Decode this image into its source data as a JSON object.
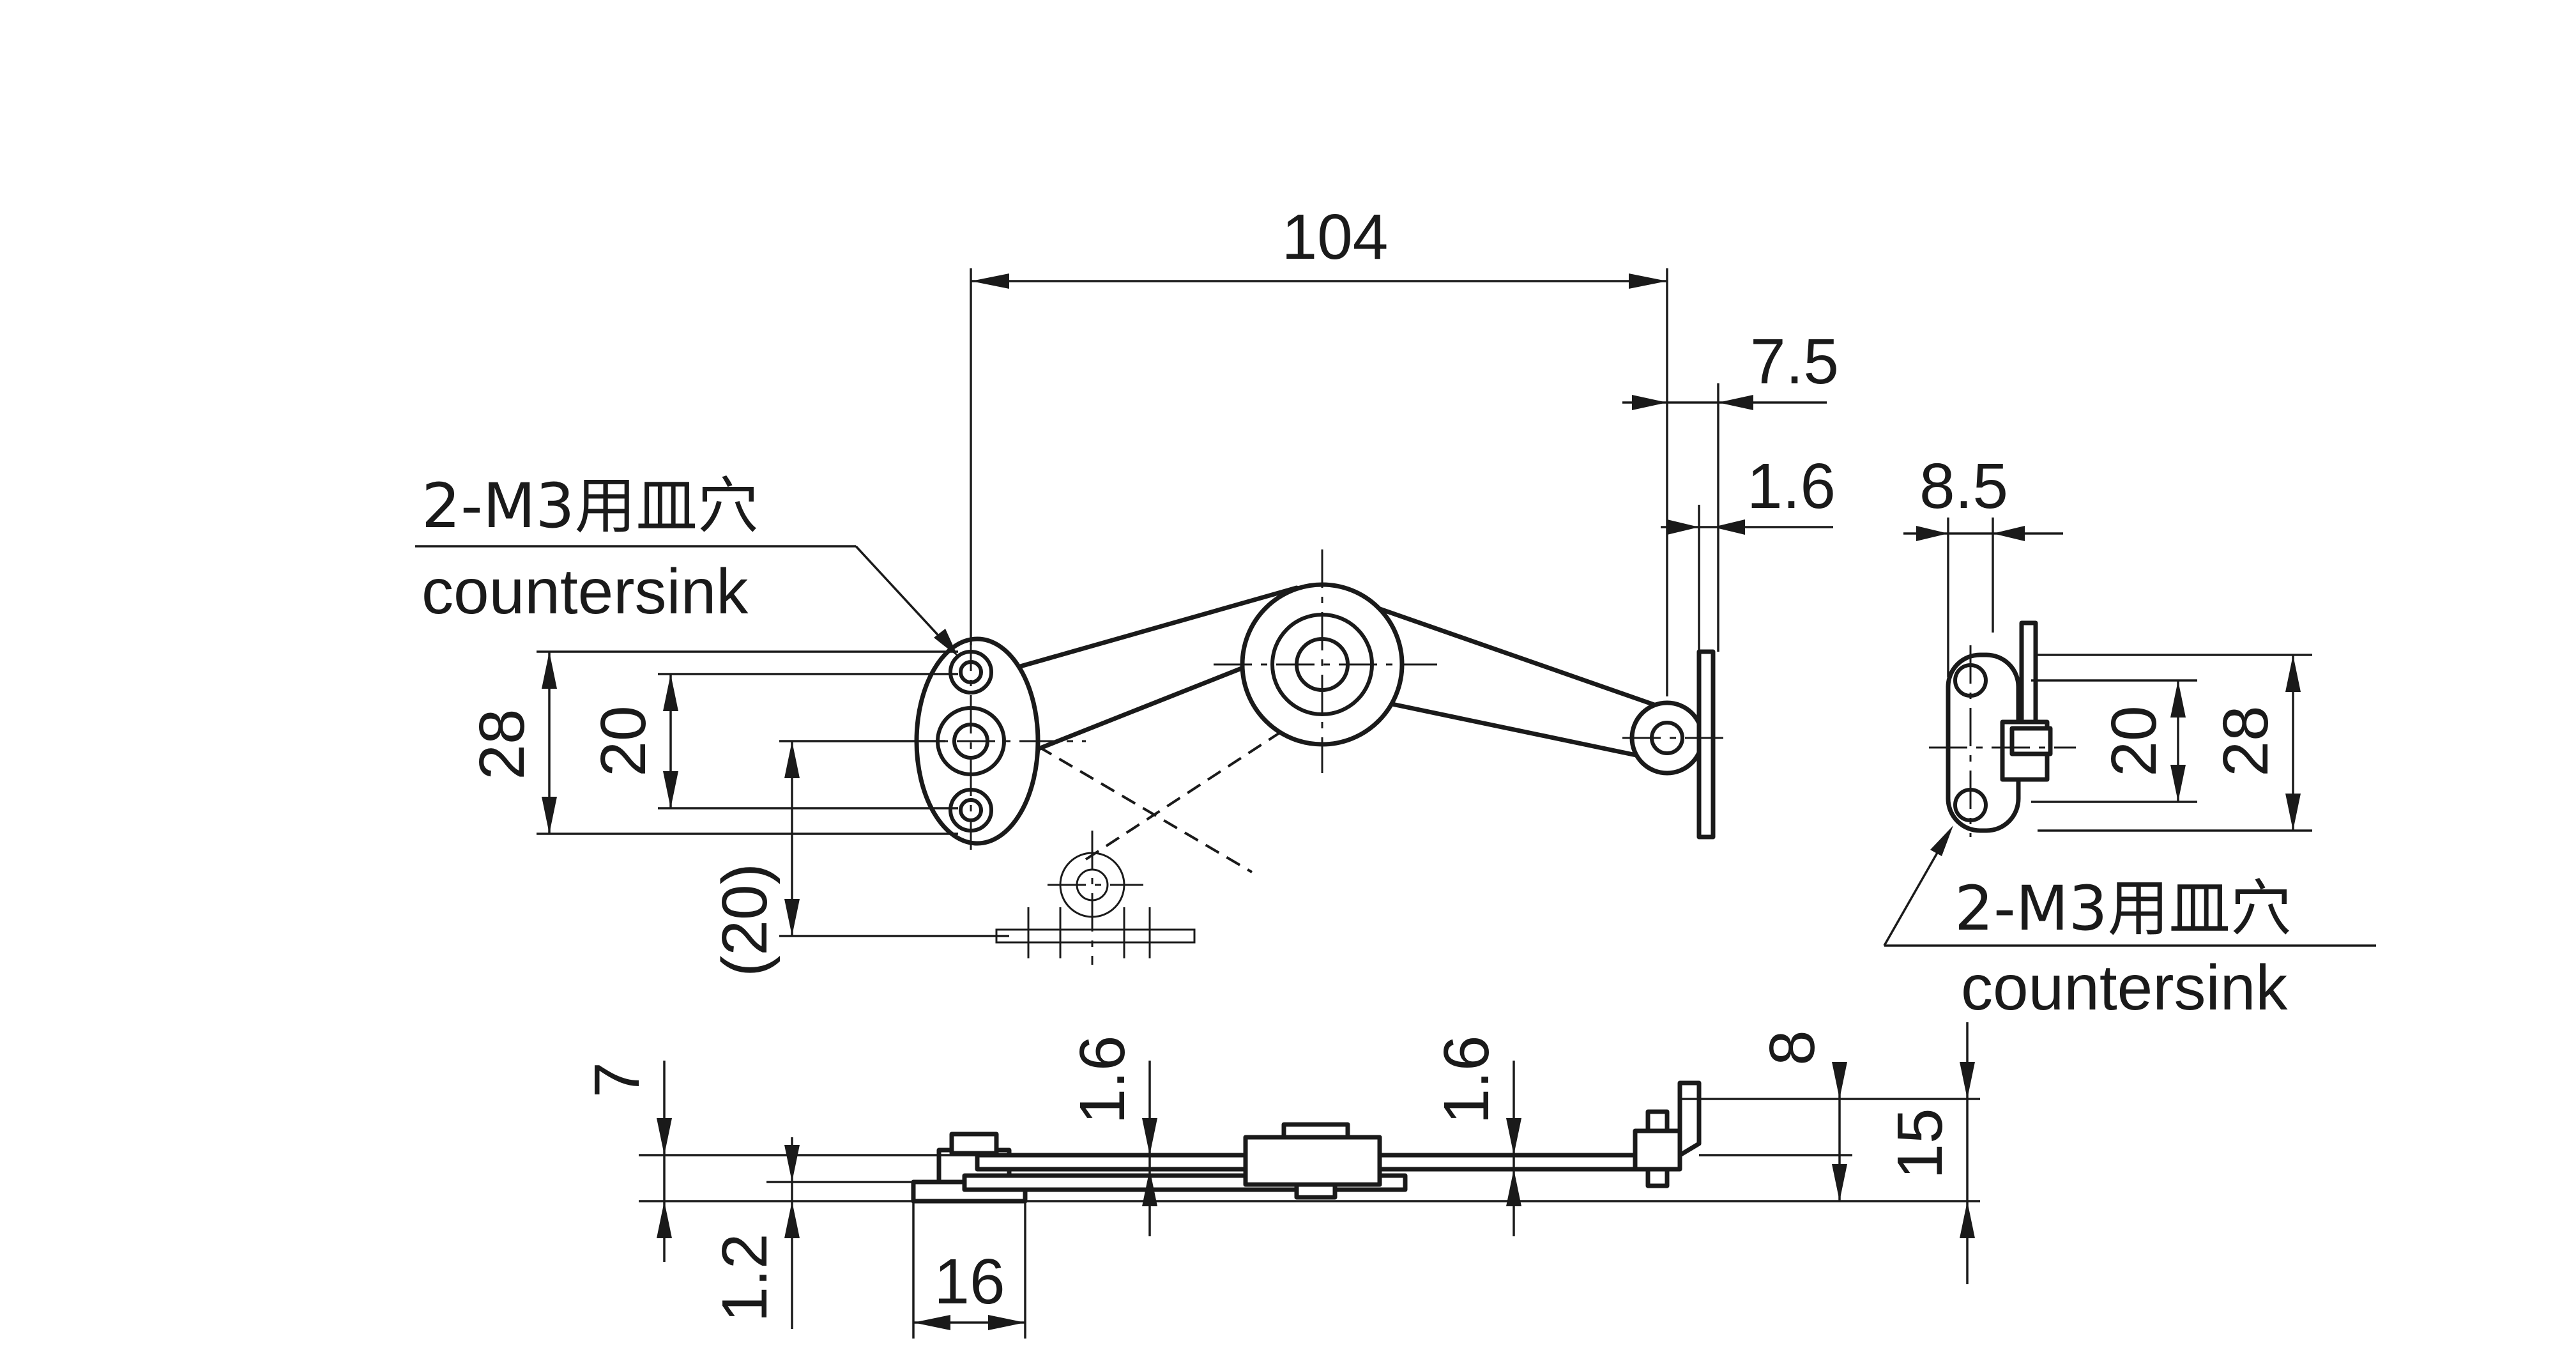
{
  "dimensions": {
    "span": "104",
    "offset_right": "7.5",
    "plate_thickness": "1.6",
    "side_depth": "8.5",
    "hole_pitch_outer": "28",
    "hole_pitch_inner": "20",
    "pivot_offset": "(20)",
    "side_pitch_inner": "20",
    "side_pitch_outer": "28",
    "bottom_height_a": "7",
    "bottom_thickness_left": "1.2",
    "bottom_base_width": "16",
    "bottom_thickness_mid_1": "1.6",
    "bottom_thickness_mid_2": "1.6",
    "bottom_height_b": "8",
    "bottom_height_c": "15"
  },
  "callouts": {
    "left_line1": "2-M3用皿穴",
    "left_line2": "countersink",
    "right_line1": "2-M3用皿穴",
    "right_line2": "countersink"
  }
}
